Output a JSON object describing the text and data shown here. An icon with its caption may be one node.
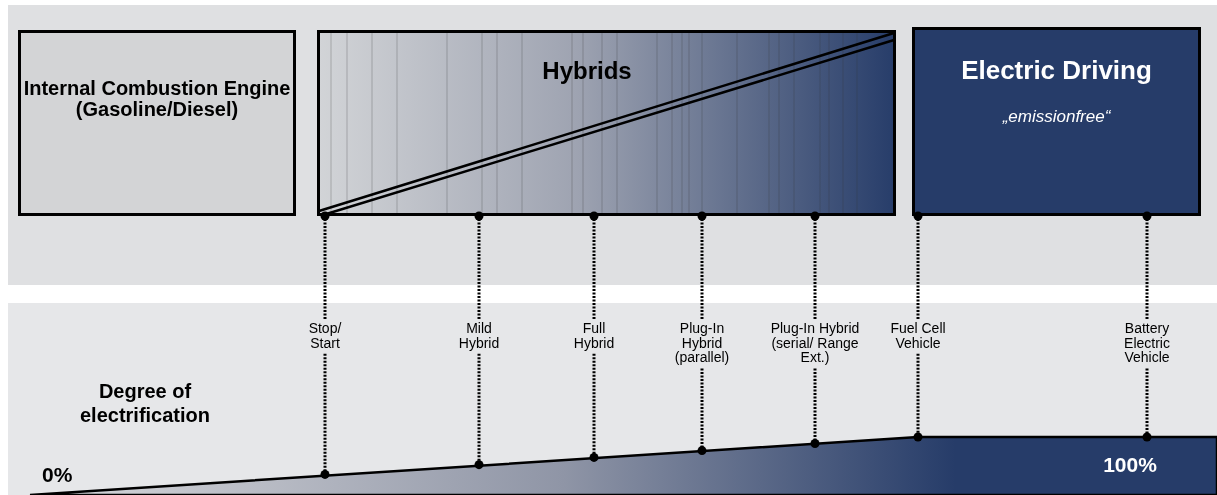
{
  "diagram": {
    "nodes": [
      {
        "text": [
          "Internal Combustion Engine (Gasoline/Diesel)"
        ]
      },
      {
        "text": [
          "Hybrids"
        ]
      },
      {
        "text": [
          "Electric Driving",
          "„emissionfree“"
        ]
      },
      {
        "text": [
          "100%"
        ]
      },
      {
        "text": [
          "Stop/ Start"
        ]
      },
      {
        "text": [
          "Mild Hybrid"
        ]
      },
      {
        "text": [
          "Full Hybrid"
        ]
      },
      {
        "text": [
          "Plug-In Hybrid (parallel)"
        ]
      },
      {
        "text": [
          "Plug-In Hybrid (serial/ Range Ext.)"
        ]
      },
      {
        "text": [
          "Fuel Cell Vehicle"
        ]
      },
      {
        "text": [
          "Battery Electric Vehicle"
        ]
      }
    ],
    "edges": [
      {
        "from": 4,
        "to": 1,
        "arrow": "other",
        "style": "dashed"
      },
      {
        "from": 4,
        "to": 3,
        "arrow": "other",
        "style": "dashed"
      },
      {
        "from": 5,
        "to": 1,
        "arrow": "other",
        "style": "dashed"
      },
      {
        "from": 5,
        "to": 3,
        "arrow": "other",
        "style": "dashed"
      },
      {
        "from": 6,
        "to": 1,
        "arrow": "other",
        "style": "dashed"
      },
      {
        "from": 6,
        "to": 3,
        "arrow": "other",
        "style": "dashed"
      },
      {
        "from": 7,
        "to": 1,
        "arrow": "other",
        "style": "dashed"
      },
      {
        "from": 7,
        "to": 3,
        "arrow": "other",
        "style": "dashed"
      },
      {
        "from": 8,
        "to": 1,
        "arrow": "other",
        "style": "dashed"
      },
      {
        "from": 8,
        "to": 3,
        "arrow": "other",
        "style": "dashed"
      },
      {
        "from": 9,
        "to": 2,
        "arrow": "other",
        "style": "dashed"
      },
      {
        "from": 9,
        "to": 3,
        "arrow": "other",
        "style": "dashed"
      },
      {
        "from": 10,
        "to": 2,
        "arrow": "other",
        "style": "dashed"
      },
      {
        "from": 10,
        "to": 3,
        "arrow": "other",
        "style": "dashed"
      }
    ],
    "labels": [
      "Degree of electrification",
      "0%"
    ]
  }
}
